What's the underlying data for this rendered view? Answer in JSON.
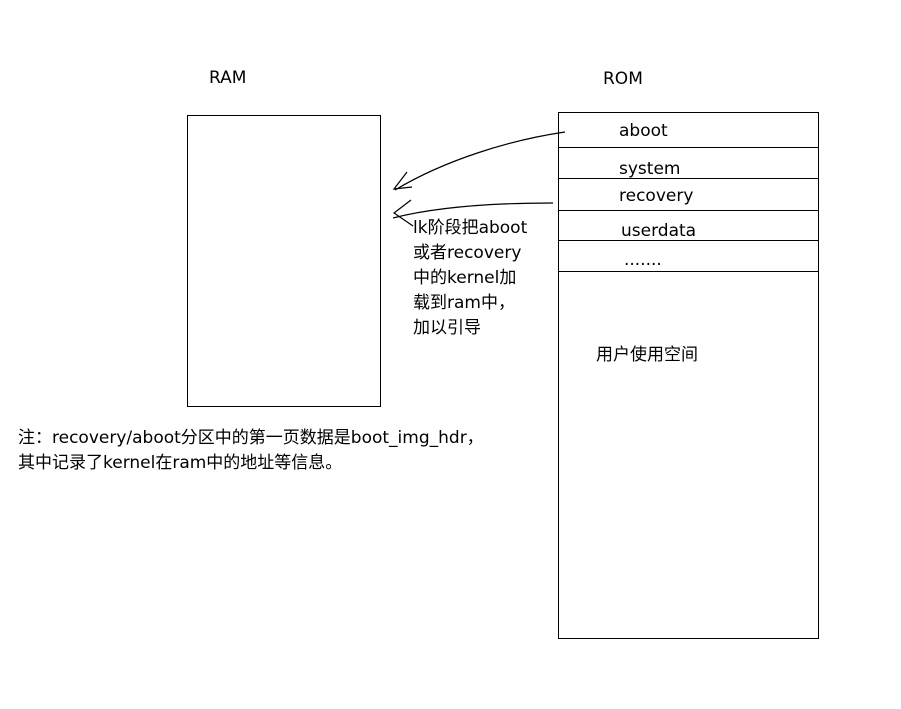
{
  "ram": {
    "label": "RAM"
  },
  "rom": {
    "label": "ROM",
    "partitions": [
      "aboot",
      "system",
      "recovery",
      "userdata",
      "......."
    ],
    "user_space": "用户使用空间"
  },
  "arrow_note": {
    "lines": [
      "lk阶段把aboot",
      "或者recovery",
      "中的kernel加",
      "载到ram中，",
      "加以引导"
    ]
  },
  "footnote": {
    "lines": [
      "注：recovery/aboot分区中的第一页数据是boot_img_hdr，",
      "其中记录了kernel在ram中的地址等信息。"
    ]
  }
}
